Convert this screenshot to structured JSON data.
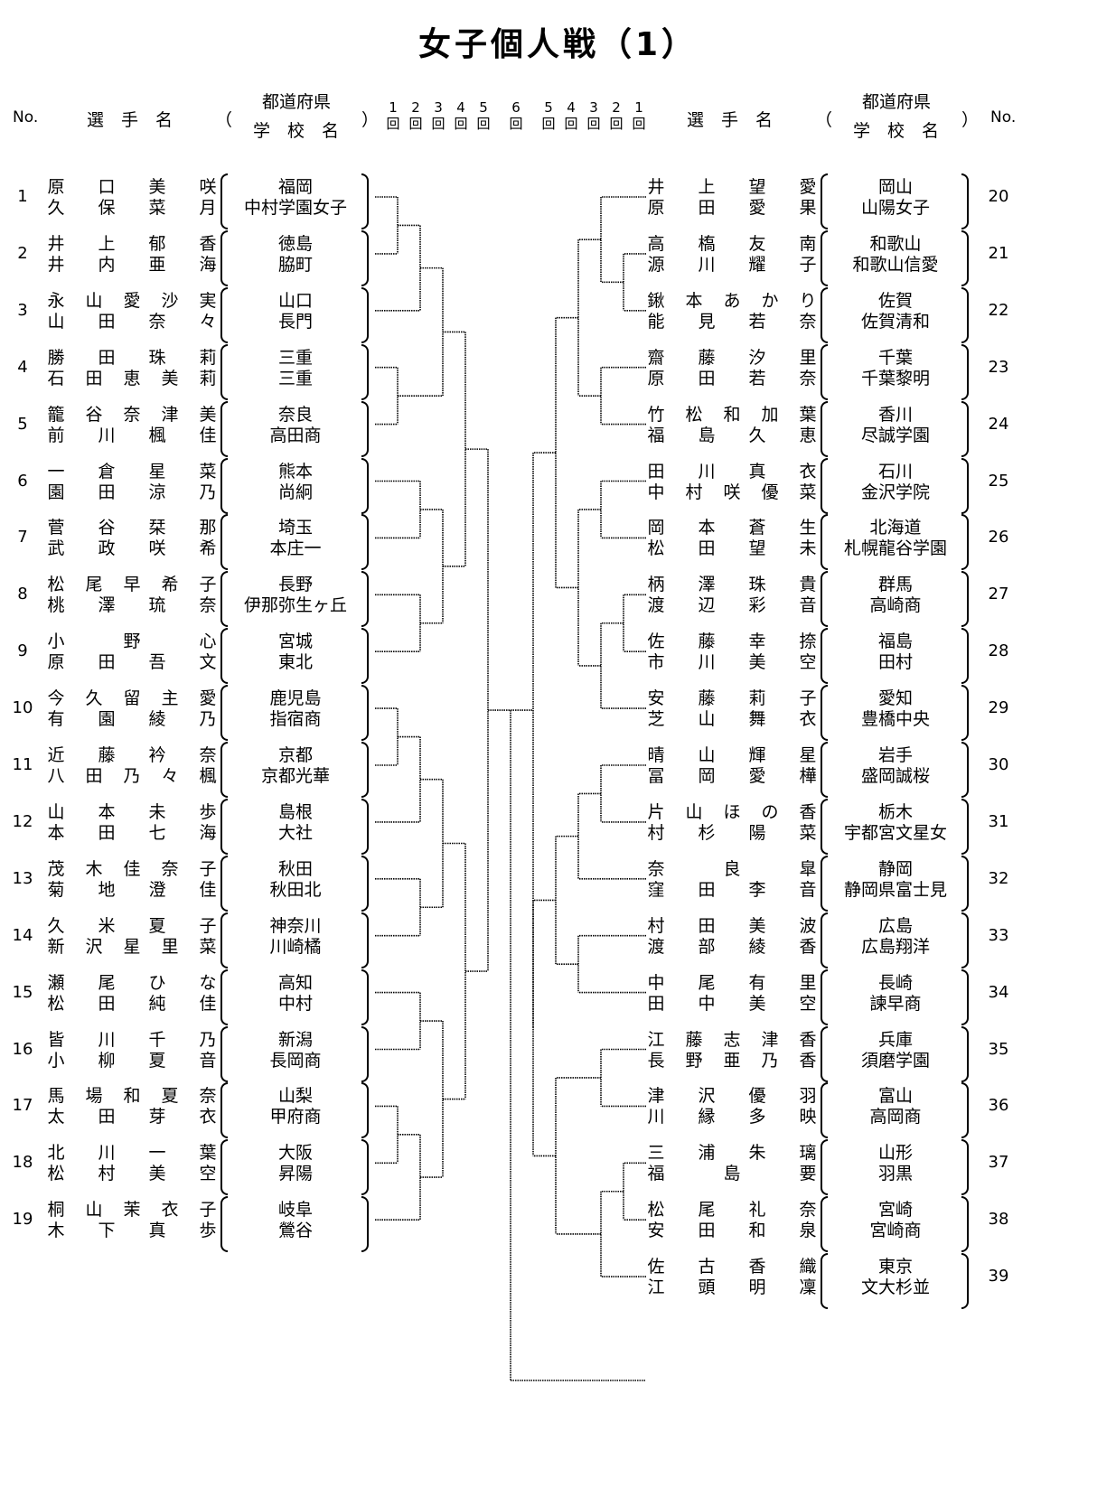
{
  "title": "女子個人戦（1）",
  "header": {
    "no": "No.",
    "player": "選　手　名",
    "paren_open": "（",
    "paren_close": "）",
    "pref": "都道府県",
    "school": "学　校　名",
    "rounds_left": [
      "1",
      "2",
      "3",
      "4",
      "5"
    ],
    "round_center": "6",
    "rounds_right": [
      "5",
      "4",
      "3",
      "2",
      "1"
    ],
    "round_suffix": "回"
  },
  "left": [
    {
      "no": "1",
      "p1": "原口美咲",
      "p2": "久保菜月",
      "pref": "福岡",
      "school": "中村学園女子"
    },
    {
      "no": "2",
      "p1": "井上郁香",
      "p2": "井内亜海",
      "pref": "徳島",
      "school": "脇町"
    },
    {
      "no": "3",
      "p1": "永山愛沙実",
      "p2": "山田奈々",
      "pref": "山口",
      "school": "長門"
    },
    {
      "no": "4",
      "p1": "勝田珠莉",
      "p2": "石田恵美莉",
      "pref": "三重",
      "school": "三重"
    },
    {
      "no": "5",
      "p1": "籠谷奈津美",
      "p2": "前川楓佳",
      "pref": "奈良",
      "school": "高田商"
    },
    {
      "no": "6",
      "p1": "一倉星菜",
      "p2": "園田涼乃",
      "pref": "熊本",
      "school": "尚絅"
    },
    {
      "no": "7",
      "p1": "菅谷栞那",
      "p2": "武政咲希",
      "pref": "埼玉",
      "school": "本庄一"
    },
    {
      "no": "8",
      "p1": "松尾早希子",
      "p2": "桃澤琉奈",
      "pref": "長野",
      "school": "伊那弥生ヶ丘"
    },
    {
      "no": "9",
      "p1": "小野心",
      "p2": "原田吾文",
      "pref": "宮城",
      "school": "東北"
    },
    {
      "no": "10",
      "p1": "今久留主愛",
      "p2": "有園綾乃",
      "pref": "鹿児島",
      "school": "指宿商"
    },
    {
      "no": "11",
      "p1": "近藤衿奈",
      "p2": "八田乃々楓",
      "pref": "京都",
      "school": "京都光華"
    },
    {
      "no": "12",
      "p1": "山本未歩",
      "p2": "本田七海",
      "pref": "島根",
      "school": "大社"
    },
    {
      "no": "13",
      "p1": "茂木佳奈子",
      "p2": "菊地澄佳",
      "pref": "秋田",
      "school": "秋田北"
    },
    {
      "no": "14",
      "p1": "久米夏子",
      "p2": "新沢星里菜",
      "pref": "神奈川",
      "school": "川崎橘"
    },
    {
      "no": "15",
      "p1": "瀬尾ひな",
      "p2": "松田純佳",
      "pref": "高知",
      "school": "中村"
    },
    {
      "no": "16",
      "p1": "皆川千乃",
      "p2": "小柳夏音",
      "pref": "新潟",
      "school": "長岡商"
    },
    {
      "no": "17",
      "p1": "馬場和夏奈",
      "p2": "太田芽衣",
      "pref": "山梨",
      "school": "甲府商"
    },
    {
      "no": "18",
      "p1": "北川一葉",
      "p2": "松村美空",
      "pref": "大阪",
      "school": "昇陽"
    },
    {
      "no": "19",
      "p1": "桐山茉衣子",
      "p2": "木下真歩",
      "pref": "岐阜",
      "school": "鶯谷"
    }
  ],
  "right": [
    {
      "no": "20",
      "p1": "井上望愛",
      "p2": "原田愛果",
      "pref": "岡山",
      "school": "山陽女子"
    },
    {
      "no": "21",
      "p1": "高槗友南",
      "p2": "源川耀子",
      "pref": "和歌山",
      "school": "和歌山信愛"
    },
    {
      "no": "22",
      "p1": "鍬本あかり",
      "p2": "能見若奈",
      "pref": "佐賀",
      "school": "佐賀清和"
    },
    {
      "no": "23",
      "p1": "齋藤汐里",
      "p2": "原田若奈",
      "pref": "千葉",
      "school": "千葉黎明"
    },
    {
      "no": "24",
      "p1": "竹松和加葉",
      "p2": "福島久恵",
      "pref": "香川",
      "school": "尽誠学園"
    },
    {
      "no": "25",
      "p1": "田川真衣",
      "p2": "中村咲優菜",
      "pref": "石川",
      "school": "金沢学院"
    },
    {
      "no": "26",
      "p1": "岡本蒼生",
      "p2": "松田望未",
      "pref": "北海道",
      "school": "札幌龍谷学園"
    },
    {
      "no": "27",
      "p1": "柄澤珠貴",
      "p2": "渡辺彩音",
      "pref": "群馬",
      "school": "高崎商"
    },
    {
      "no": "28",
      "p1": "佐藤幸捺",
      "p2": "市川美空",
      "pref": "福島",
      "school": "田村"
    },
    {
      "no": "29",
      "p1": "安藤莉子",
      "p2": "芝山舞衣",
      "pref": "愛知",
      "school": "豊橋中央"
    },
    {
      "no": "30",
      "p1": "晴山輝星",
      "p2": "冨岡愛樺",
      "pref": "岩手",
      "school": "盛岡誠桜"
    },
    {
      "no": "31",
      "p1": "片山ほの香",
      "p2": "村杉陽菜",
      "pref": "栃木",
      "school": "宇都宮文星女"
    },
    {
      "no": "32",
      "p1": "奈良皐",
      "p2": "窪田李音",
      "pref": "静岡",
      "school": "静岡県富士見"
    },
    {
      "no": "33",
      "p1": "村田美波",
      "p2": "渡部綾香",
      "pref": "広島",
      "school": "広島翔洋"
    },
    {
      "no": "34",
      "p1": "中尾有里",
      "p2": "田中美空",
      "pref": "長崎",
      "school": "諫早商"
    },
    {
      "no": "35",
      "p1": "江藤志津香",
      "p2": "長野亜乃香",
      "pref": "兵庫",
      "school": "須磨学園"
    },
    {
      "no": "36",
      "p1": "津沢優羽",
      "p2": "川縁多映",
      "pref": "富山",
      "school": "高岡商"
    },
    {
      "no": "37",
      "p1": "三浦朱璃",
      "p2": "福島要",
      "pref": "山形",
      "school": "羽黒"
    },
    {
      "no": "38",
      "p1": "松尾礼奈",
      "p2": "安田和泉",
      "pref": "宮崎",
      "school": "宮崎商"
    },
    {
      "no": "39",
      "p1": "佐古香織",
      "p2": "江頭明凜",
      "pref": "東京",
      "school": "文大杉並"
    }
  ]
}
